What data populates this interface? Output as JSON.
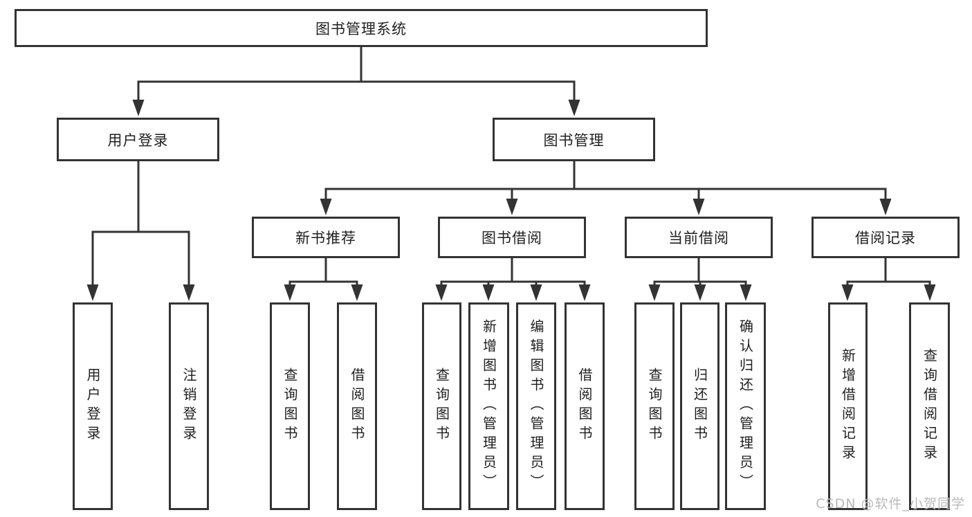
{
  "diagram": {
    "root": {
      "label": "图书管理系统"
    },
    "level2": [
      {
        "label": "用户登录",
        "children": [
          {
            "label": "用户登录"
          },
          {
            "label": "注销登录"
          }
        ]
      },
      {
        "label": "图书管理",
        "children": [
          {
            "label": "新书推荐",
            "children": [
              {
                "label": "查询图书"
              },
              {
                "label": "借阅图书"
              }
            ]
          },
          {
            "label": "图书借阅",
            "children": [
              {
                "label": "查询图书"
              },
              {
                "label": "新增图书（管理员）"
              },
              {
                "label": "编辑图书（管理员）"
              },
              {
                "label": "借阅图书"
              }
            ]
          },
          {
            "label": "当前借阅",
            "children": [
              {
                "label": "查询图书"
              },
              {
                "label": "归还图书"
              },
              {
                "label": "确认归还（管理员）"
              }
            ]
          },
          {
            "label": "借阅记录",
            "children": [
              {
                "label": "新增借阅记录"
              },
              {
                "label": "查询借阅记录"
              }
            ]
          }
        ]
      }
    ]
  },
  "watermark": "CSDN @软件_小贺同学",
  "colors": {
    "line": "#333333",
    "text": "#1f1f1f",
    "watermark": "#b9b9b9",
    "background": "#ffffff"
  }
}
